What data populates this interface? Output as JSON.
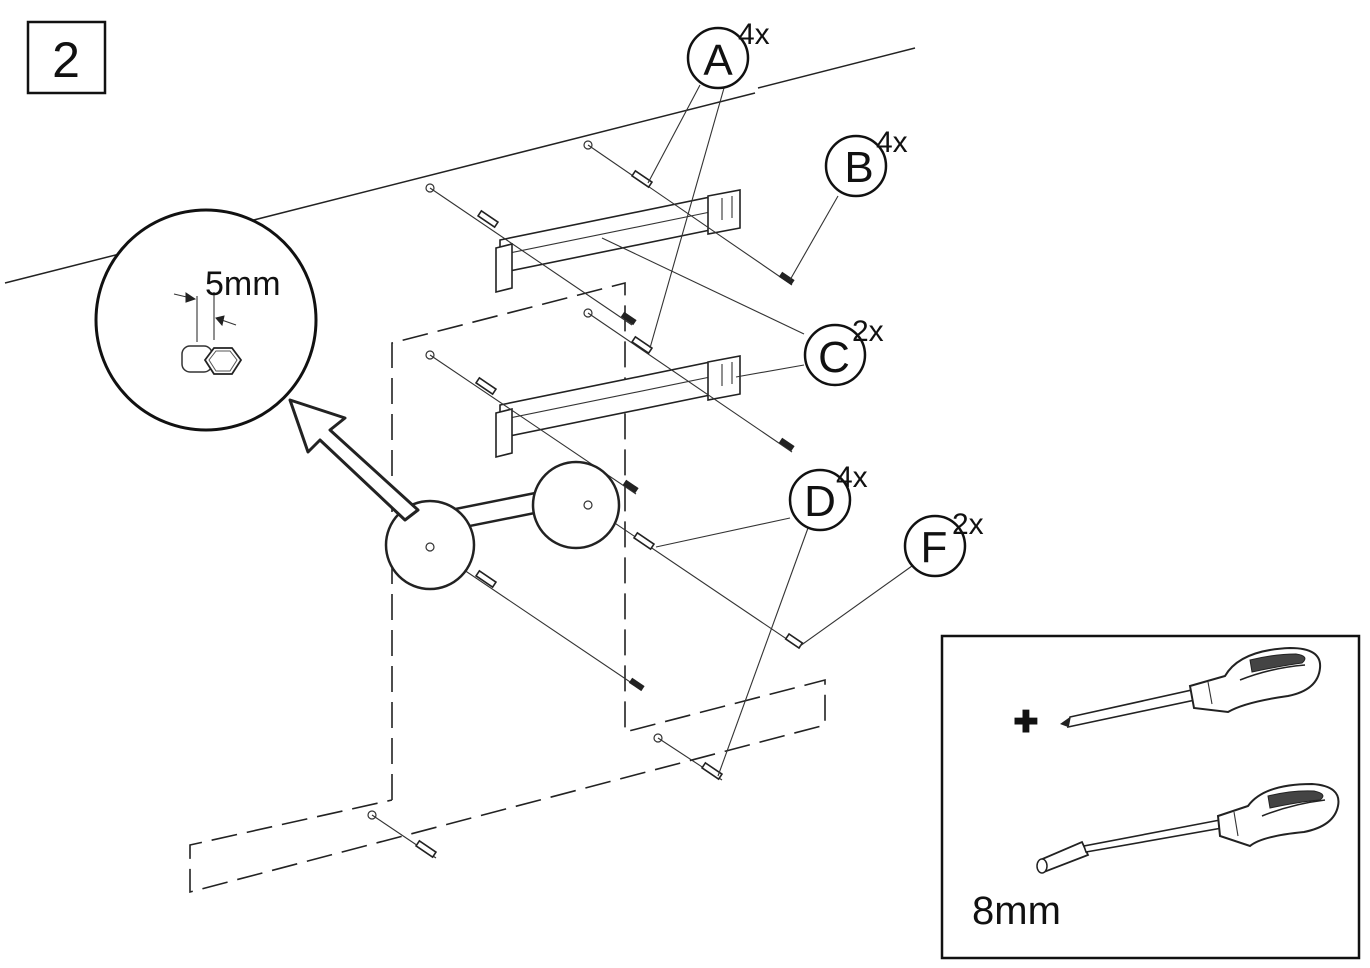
{
  "step": {
    "number": "2"
  },
  "callouts": [
    {
      "id": "A",
      "letter": "A",
      "qty": "4x"
    },
    {
      "id": "B",
      "letter": "B",
      "qty": "4x"
    },
    {
      "id": "C",
      "letter": "C",
      "qty": "2x"
    },
    {
      "id": "D",
      "letter": "D",
      "qty": "4x"
    },
    {
      "id": "F",
      "letter": "F",
      "qty": "2x"
    }
  ],
  "detail": {
    "gap_label": "5mm"
  },
  "tools": {
    "phillips_symbol": "✚",
    "socket_label": "8mm",
    "items": [
      {
        "name": "phillips-screwdriver-icon"
      },
      {
        "name": "nut-driver-icon"
      }
    ]
  }
}
